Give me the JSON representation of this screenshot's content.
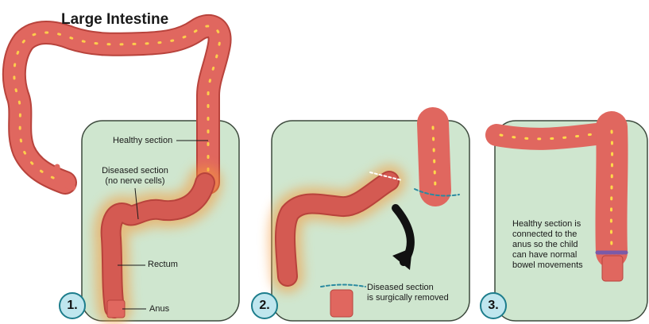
{
  "title": "Large Intestine",
  "panel1": {
    "step": "1.",
    "healthy_label": "Healthy section",
    "diseased_label_line1": "Diseased section",
    "diseased_label_line2": "(no nerve cells)",
    "rectum_label": "Rectum",
    "anus_label": "Anus"
  },
  "panel2": {
    "step": "2.",
    "removed_line1": "Diseased section",
    "removed_line2": "is surgically removed"
  },
  "panel3": {
    "step": "3.",
    "line1": "Healthy section is",
    "line2": "connected to the",
    "line3": "anus so the child",
    "line4": "can have normal",
    "line5": "bowel movements"
  },
  "colors": {
    "panel_fill": "#cfe6cf",
    "panel_stroke": "#3d4a3d",
    "colon": "#e0675f",
    "colon_dark": "#b8433c",
    "glow": "#f59a3a",
    "nerve_dots": "#ffd84a",
    "arrow": "#111111",
    "cut_line": "#2a8aa0"
  }
}
